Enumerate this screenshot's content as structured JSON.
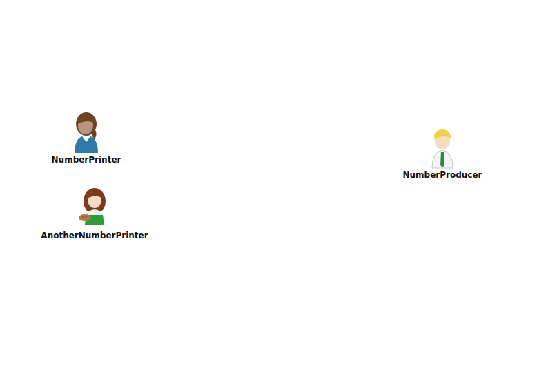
{
  "diagram": {
    "nodes": [
      {
        "text": [
          "NumberPrinter"
        ]
      },
      {
        "text": [
          "NumberProducer"
        ]
      },
      {
        "text": [
          "AnotherNumberPrinter"
        ]
      }
    ]
  }
}
